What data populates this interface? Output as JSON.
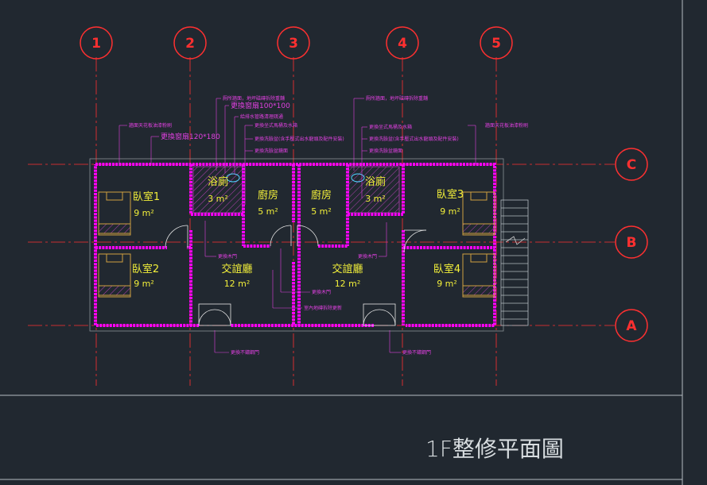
{
  "title": "1F整修平面圖",
  "colors": {
    "background": "#212830",
    "wall": "#ff00ff",
    "grid": "#ff3030",
    "room_text": "#f2ef3a",
    "note": "#e040e0",
    "border": "#b5bcc2"
  },
  "grid_columns": [
    "1",
    "2",
    "3",
    "4",
    "5"
  ],
  "grid_rows": [
    "C",
    "B",
    "A"
  ],
  "rooms": {
    "bedroom1": {
      "name": "臥室1",
      "area": "9 m²"
    },
    "bathroom_left": {
      "name": "浴廁",
      "area": "3 m²"
    },
    "kitchen_left": {
      "name": "廚房",
      "area": "5 m²"
    },
    "kitchen_right": {
      "name": "廚房",
      "area": "5 m²"
    },
    "bathroom_right": {
      "name": "浴廁",
      "area": "3 m²"
    },
    "bedroom3": {
      "name": "臥室3",
      "area": "9 m²"
    },
    "bedroom2": {
      "name": "臥室2",
      "area": "9 m²"
    },
    "living_left": {
      "name": "交誼廳",
      "area": "12 m²"
    },
    "living_right": {
      "name": "交誼廳",
      "area": "12 m²"
    },
    "bedroom4": {
      "name": "臥室4",
      "area": "9 m²"
    }
  },
  "notes": {
    "ceiling_left": "牆面天花板油漆粉刷",
    "window_left": "更換窗扇120*180",
    "bath_wall_left": "厠所牆面，地坪磁磚拆除重舖",
    "bath_window_left": "更換窗扇100*100",
    "plumbing_left": "給排水管路清理疏通",
    "toilet_left": "更換坐式馬桶及水箱",
    "basin_left": "更換洗臉盆(含手壓式出水龍頭及配件安裝)",
    "mirror_left": "更換洗臉盆鏡面",
    "bath_wall_right": "厠所牆面，地坪磁磚拆除重舖",
    "toilet_right": "更換坐式馬桶及水箱",
    "basin_right": "更換洗臉盆(含手壓式出水龍頭及配件安裝)",
    "mirror_right": "更換洗臉盆鏡面",
    "ceiling_right": "牆面天花板油漆粉刷",
    "door_left": "更換木門",
    "door_right": "更換木門",
    "door_center": "更換木門",
    "floor_center": "室內地磚拆除更新",
    "steel_door_left": "更換不鏽鋼門",
    "steel_door_right": "更換不鏽鋼門"
  }
}
